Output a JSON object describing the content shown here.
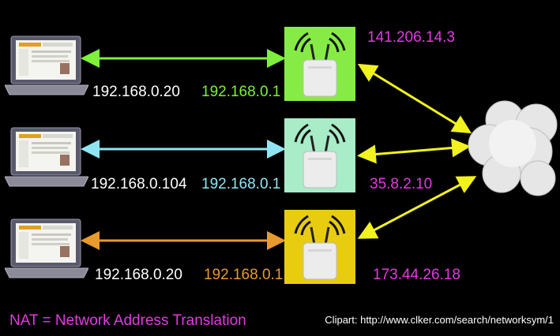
{
  "colors": {
    "green": "#7ef03a",
    "cyan": "#8fe6f2",
    "orange": "#e89a2c",
    "yellow": "#f2f21e",
    "pink": "#e23be0",
    "router_green": "#86ec45",
    "router_cyan": "#a8ecc8",
    "router_yellow": "#e8cc10"
  },
  "rows": [
    {
      "laptop_ip": "192.168.0.20",
      "router_ip": "192.168.0.1",
      "public_ip": "141.206.14.3"
    },
    {
      "laptop_ip": "192.168.0.104",
      "router_ip": "192.168.0.1",
      "public_ip": "35.8.2.10"
    },
    {
      "laptop_ip": "192.168.0.20",
      "router_ip": "192.168.0.1",
      "public_ip": "173.44.26.18"
    }
  ],
  "caption": "NAT = Network Address Translation",
  "credit": "Clipart: http://www.clker.com/search/networksym/1",
  "icons": [
    "laptop-icon",
    "wireless-router-icon",
    "cloud-icon"
  ]
}
